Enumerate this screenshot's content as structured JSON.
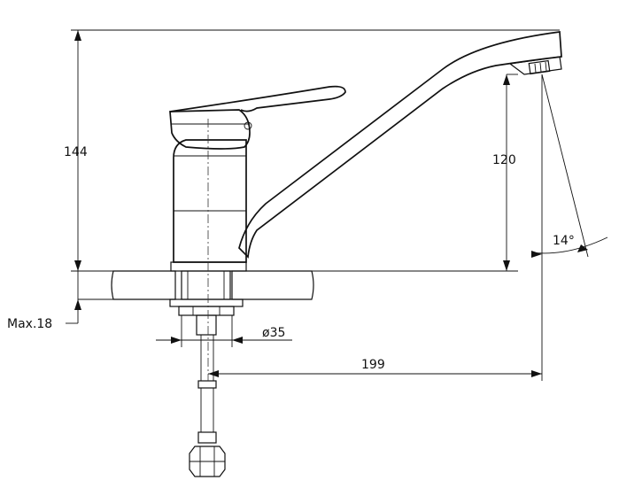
{
  "dimensions": {
    "height_total": "144",
    "spout_height": "120",
    "max_thickness": "Max.18",
    "hole_diameter": "ø35",
    "reach": "199",
    "angle": "14°"
  },
  "icons": {
    "hatch": "diagonal-hatch-pattern",
    "hose": "braided-hose"
  }
}
